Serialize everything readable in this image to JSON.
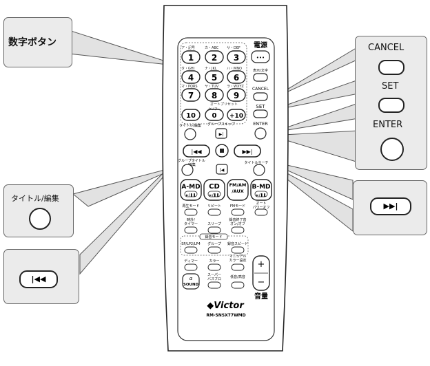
{
  "callouts": {
    "numbers": "数字ボタン",
    "cancel": "CANCEL",
    "set": "SET",
    "enter": "ENTER",
    "title_edit": "タイトル/編集"
  },
  "remote": {
    "power": "電源",
    "display": "表示/文字",
    "cancel": "CANCEL",
    "set": "SET",
    "enter": "ENTER",
    "top_labels": [
      "ア・記号",
      "カ・ABC",
      "サ・DEF",
      "タ・GHI",
      "ナ・JKL",
      "ハ・MNO",
      "マ・PQRS",
      "ヤ・TUV",
      "ラ・WXYZ"
    ],
    "numbers": [
      "1",
      "2",
      "3",
      "4",
      "5",
      "6",
      "7",
      "8",
      "9",
      "10",
      "0",
      "+10"
    ],
    "auto_preset": "オートプリセット",
    "clear": "クリア",
    "title_edit": "タイトル/編集",
    "group_skip": "グループスキップ",
    "group_title_edit": "グループタイトル\n/編集",
    "title_search": "タイトルサーチ",
    "source": [
      "A-MD",
      "CD",
      "FM/AM\n/AUX",
      "B-MD"
    ],
    "play_pause": "►/❚❚",
    "row1": [
      "再生モード",
      "リピート",
      "FMモード",
      "オート\nパワーオフ"
    ],
    "row2": [
      "時計/\nタイマー",
      "スリープ",
      "録音終了音\nオン/オフ"
    ],
    "rec_mode_header": "録音モード",
    "row3": [
      "SP/LP2/LP4",
      "グループ",
      "録音スピード"
    ],
    "row4": [
      "ディマー",
      "カラー",
      "マニュアル\nカラー設定"
    ],
    "row5": [
      "α\nSOUND",
      "スーパー\nバスブロ",
      "低音/高音"
    ],
    "volume": "音量",
    "plus": "+",
    "minus": "−",
    "brand": "Victor",
    "model": "RM-SNSX77WMD"
  },
  "icons": {
    "next": "next-track-icon",
    "prev": "previous-track-icon",
    "stop": "stop-icon",
    "skip_next": "group-skip-next-icon",
    "skip_prev": "group-skip-prev-icon"
  }
}
